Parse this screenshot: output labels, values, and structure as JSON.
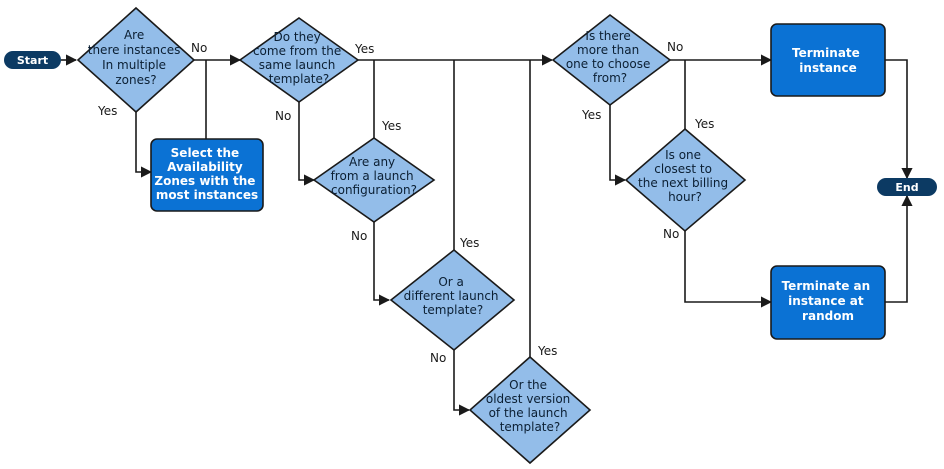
{
  "colors": {
    "terminal_fill": "#0c3a63",
    "decision_fill": "#93bde9",
    "action_fill": "#0b72d4",
    "line": "#1a1a1a"
  },
  "start": {
    "label": "Start"
  },
  "end": {
    "label": "End"
  },
  "decisions": {
    "multiple_zones": {
      "lines": [
        "Are",
        "there instances",
        "In multiple",
        "zones?"
      ]
    },
    "same_template": {
      "lines": [
        "Do they",
        "come from the",
        "same launch",
        "template?"
      ]
    },
    "launch_config": {
      "lines": [
        "Are any",
        "from a launch",
        "configuration?"
      ]
    },
    "different_template": {
      "lines": [
        "Or a",
        "different launch",
        "template?"
      ]
    },
    "oldest_version": {
      "lines": [
        "Or the",
        "oldest version",
        "of the launch",
        "template?"
      ]
    },
    "more_than_one": {
      "lines": [
        "Is there",
        "more than",
        "one to choose",
        "from?"
      ]
    },
    "closest_billing": {
      "lines": [
        "Is one",
        "closest to",
        "the next billing",
        "hour?"
      ]
    }
  },
  "actions": {
    "select_zones": {
      "lines": [
        "Select the",
        "Availability",
        "Zones with the",
        "most instances"
      ]
    },
    "terminate_instance": {
      "lines": [
        "Terminate",
        "instance"
      ]
    },
    "terminate_random": {
      "lines": [
        "Terminate an",
        "instance at",
        "random"
      ]
    }
  },
  "edge_labels": {
    "zones_no": "No",
    "zones_yes": "Yes",
    "same_yes": "Yes",
    "same_no": "No",
    "config_yes": "Yes",
    "config_no": "No",
    "different_yes": "Yes",
    "different_no": "No",
    "oldest_yes": "Yes",
    "more_no": "No",
    "more_yes": "Yes",
    "closest_yes": "Yes",
    "closest_no": "No"
  }
}
